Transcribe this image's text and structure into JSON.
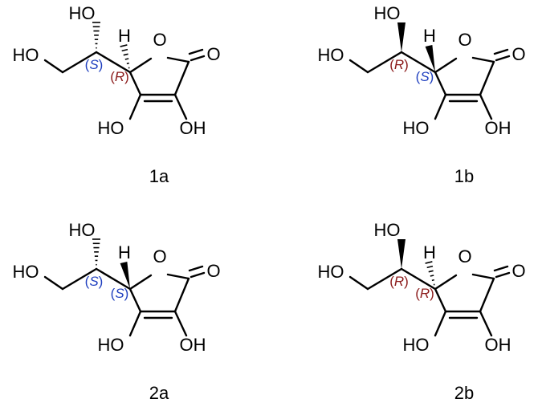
{
  "colors": {
    "bond": "#000000",
    "label_R": "#8b1a1a",
    "label_S": "#1f3fbf"
  },
  "molecules": [
    {
      "caption": "1a",
      "atoms": {
        "ho_top": "HO",
        "ho_left": "HO",
        "h": "H",
        "o_ring": "O",
        "o_carbonyl": "O",
        "ho_bottom": "HO",
        "oh_bottom": "OH"
      },
      "side_chain_wedge": "hashed",
      "ring_h_wedge": "hashed",
      "side_chain_config": "S",
      "ring_config": "R"
    },
    {
      "caption": "1b",
      "atoms": {
        "ho_top": "HO",
        "ho_left": "HO",
        "h": "H",
        "o_ring": "O",
        "o_carbonyl": "O",
        "ho_bottom": "HO",
        "oh_bottom": "OH"
      },
      "side_chain_wedge": "bold",
      "ring_h_wedge": "bold",
      "side_chain_config": "R",
      "ring_config": "S"
    },
    {
      "caption": "2a",
      "atoms": {
        "ho_top": "HO",
        "ho_left": "HO",
        "h": "H",
        "o_ring": "O",
        "o_carbonyl": "O",
        "ho_bottom": "HO",
        "oh_bottom": "OH"
      },
      "side_chain_wedge": "hashed",
      "ring_h_wedge": "bold",
      "side_chain_config": "S",
      "ring_config": "S"
    },
    {
      "caption": "2b",
      "atoms": {
        "ho_top": "HO",
        "ho_left": "HO",
        "h": "H",
        "o_ring": "O",
        "o_carbonyl": "O",
        "ho_bottom": "HO",
        "oh_bottom": "OH"
      },
      "side_chain_wedge": "bold",
      "ring_h_wedge": "hashed",
      "side_chain_config": "R",
      "ring_config": "R"
    }
  ]
}
